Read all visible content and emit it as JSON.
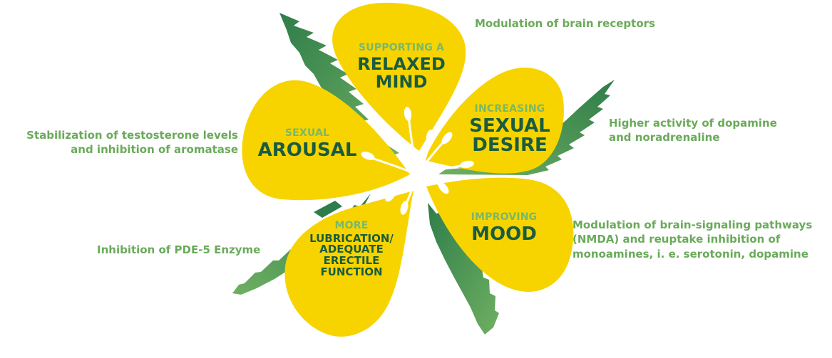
{
  "colors": {
    "petal": "#f7d400",
    "leaf_dark": "#2f7d4a",
    "leaf_light": "#6fb062",
    "heading_dark": "#1a5c3f",
    "heading_light": "#7ab865",
    "note_text": "#6aaa5a",
    "stamen": "#ffffff"
  },
  "petals": {
    "top": {
      "small": "SUPPORTING A",
      "big": [
        "RELAXED",
        "MIND"
      ]
    },
    "right": {
      "small": "INCREASING",
      "big": [
        "SEXUAL",
        "DESIRE"
      ]
    },
    "left": {
      "small": "SEXUAL",
      "big": [
        "AROUSAL"
      ]
    },
    "bottom_right": {
      "small": "IMPROVING",
      "big": [
        "MOOD"
      ]
    },
    "bottom_left": {
      "small": "MORE",
      "big": [
        "LUBRICATION/",
        "ADEQUATE",
        "ERECTILE",
        "FUNCTION"
      ]
    }
  },
  "notes": {
    "top_right": "Modulation of brain receptors",
    "right": [
      "Higher activity of dopamine",
      "and noradrenaline"
    ],
    "left": [
      "Stabilization of testosterone levels",
      "and inhibition of aromatase"
    ],
    "bottom_right": [
      "Modulation of brain-signaling pathways",
      "(NMDA) and reuptake inhibition of",
      "monoamines, i. e. serotonin, dopamine"
    ],
    "bottom_left": "Inhibition of PDE-5 Enzyme"
  }
}
